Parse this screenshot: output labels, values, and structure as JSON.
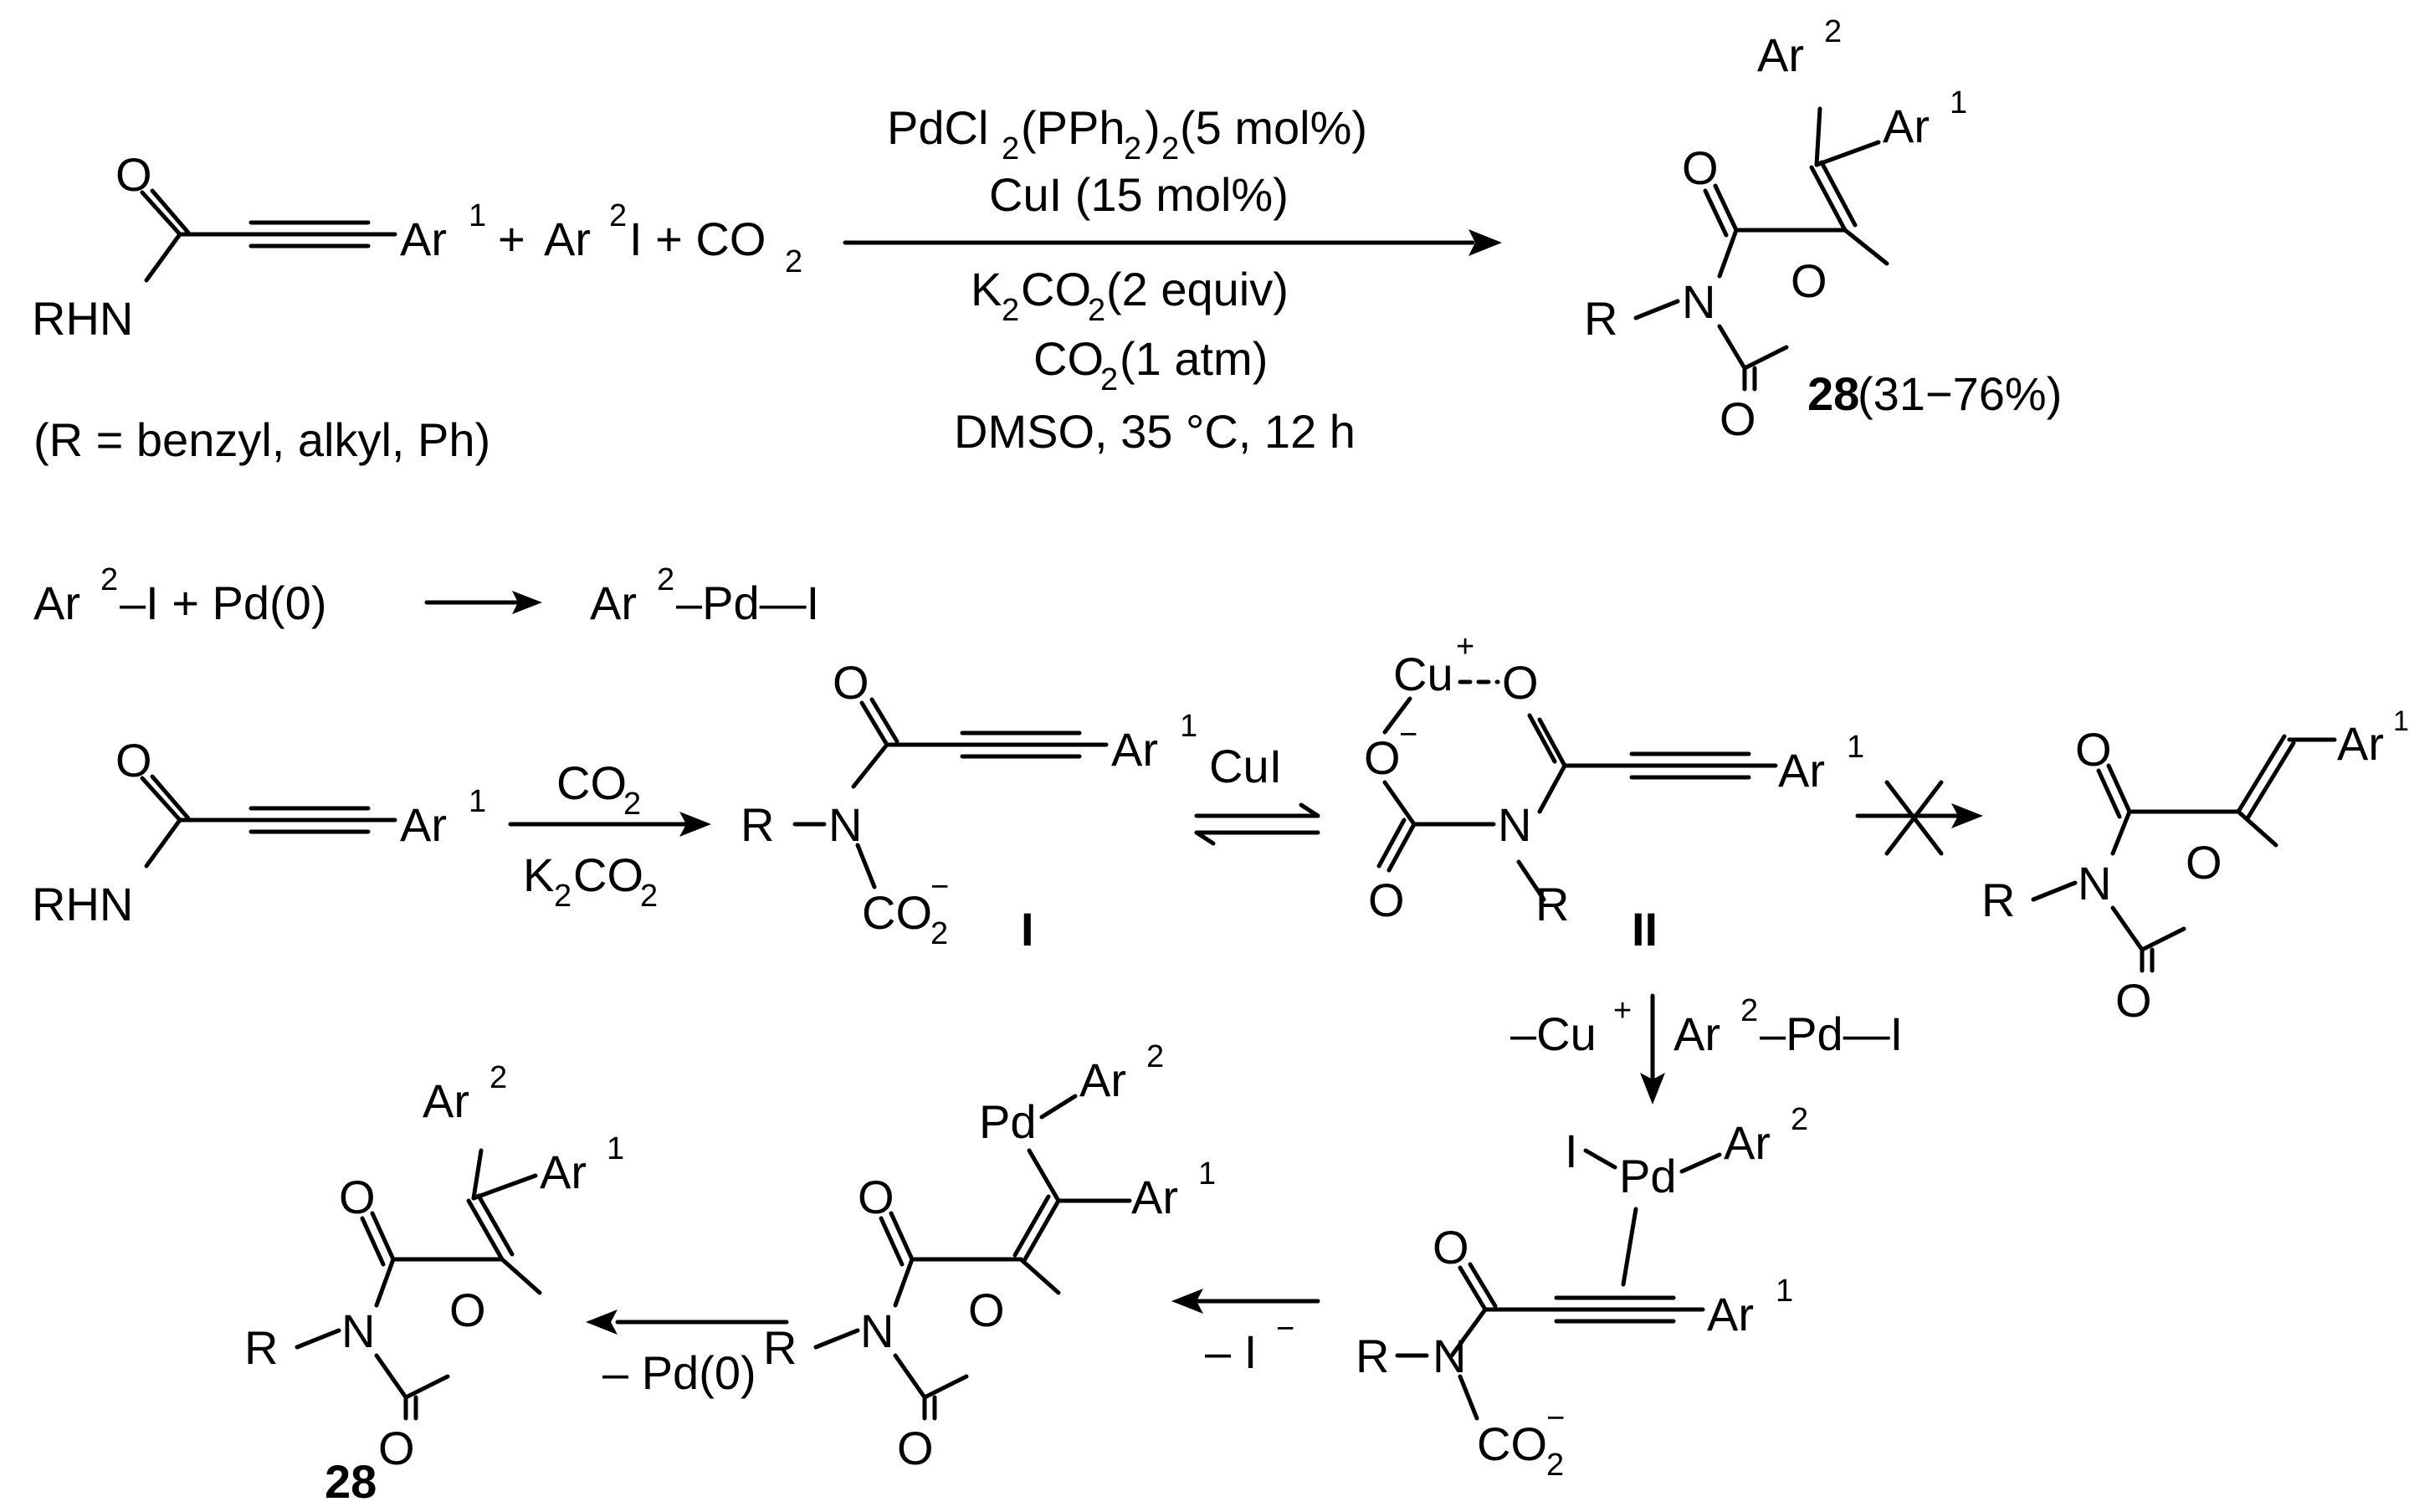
{
  "atoms": {
    "O": "O",
    "N": "N",
    "RHN": "RHN",
    "R": "R",
    "I": "I",
    "Pd": "Pd",
    "Cu": "Cu",
    "Ar": "Ar",
    "one": "1",
    "two": "2",
    "minus": "−",
    "plus": "+",
    "CO2": "CO",
    "sub2": "2"
  },
  "reaction": {
    "plus_sign": "+",
    "ar2i_text": "Ar",
    "ar2i_tail": "I + CO",
    "conditions": {
      "line1_a": "PdCl",
      "line1_b": "(PPh",
      "line1_c": ")",
      "line1_d": " (5 mol%)",
      "line2": "CuI (15 mol%)",
      "line3_a": "K",
      "line3_b": "CO",
      "line3_c": " (2 equiv)",
      "line4_a": "CO",
      "line4_b": " (1 atm)",
      "line5": "DMSO, 35 °C, 12 h"
    },
    "r_definition": "(R = benzyl, alkyl, Ph)",
    "product_number": "28",
    "product_yield": " (31−76%)"
  },
  "mechanism": {
    "oxidative_addition": {
      "left_a": "Ar",
      "left_b": "–I  + Pd(0)",
      "right_a": "Ar",
      "right_b": "–Pd—I"
    },
    "step1_top": "CO",
    "step1_bottom_a": "K",
    "step1_bottom_b": "CO",
    "step2_label": "CuI",
    "intermediate_I": "I",
    "intermediate_II": "II",
    "step3_left_a": "–Cu",
    "step3_right_a": "Ar",
    "step3_right_b": "–Pd—I",
    "step4_label": "– I",
    "step5_label": "– Pd(0)",
    "final_number": "28"
  }
}
